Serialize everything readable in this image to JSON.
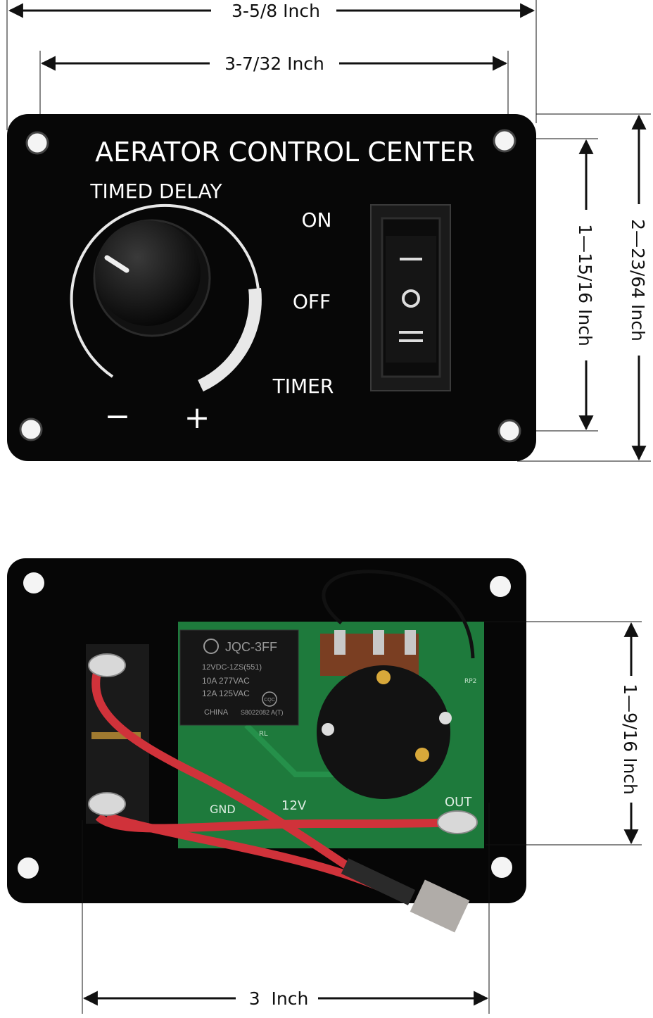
{
  "dimensions": {
    "overall_width": "3-5/8 Inch",
    "hole_spacing_width": "3-7/32 Inch",
    "overall_height": "2—23/64 Inch",
    "hole_spacing_height": "1—15/16 Inch",
    "pcb_height": "1—9/16 Inch",
    "pcb_width": "3  Inch"
  },
  "front_panel": {
    "title": "AERATOR CONTROL CENTER",
    "knob_label": "TIMED DELAY",
    "minus": "−",
    "plus": "+",
    "switch_positions": [
      "ON",
      "OFF",
      "TIMER"
    ],
    "switch_symbols": [
      "I",
      "O",
      "II"
    ]
  },
  "back_panel": {
    "relay": {
      "model": "JQC-3FF",
      "line1": "12VDC-1ZS(551)",
      "line2": "10A 277VAC",
      "line3": "12A 125VAC",
      "origin": "CHINA",
      "code": "S8022082 A(T)",
      "cert": "CQC"
    },
    "pcb_labels": {
      "rl": "RL",
      "gnd": "GND",
      "v12": "12V",
      "out": "OUT",
      "rp2": "RP2"
    }
  }
}
